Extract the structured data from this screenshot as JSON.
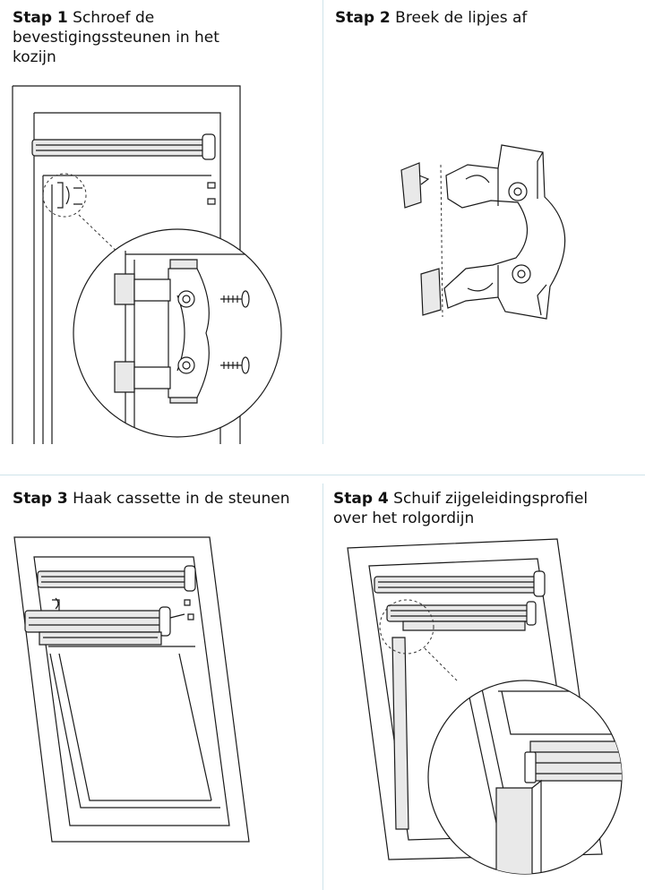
{
  "steps": [
    {
      "number": "Stap 1",
      "text_line1": "Schroef de",
      "text_line2": "bevestigingssteunen in het",
      "text_line3": "kozijn"
    },
    {
      "number": "Stap 2",
      "text_line1": "Breek de lipjes af"
    },
    {
      "number": "Stap 3",
      "text_line1": "Haak cassette in de steunen"
    },
    {
      "number": "Stap 4",
      "text_line1": "Schuif zijgeleidingsprofiel",
      "text_line2": "over het rolgordijn"
    }
  ],
  "colors": {
    "divider": "#cfe3ea",
    "line": "#1a1a1a",
    "fill_gray": "#e9e9e9"
  }
}
